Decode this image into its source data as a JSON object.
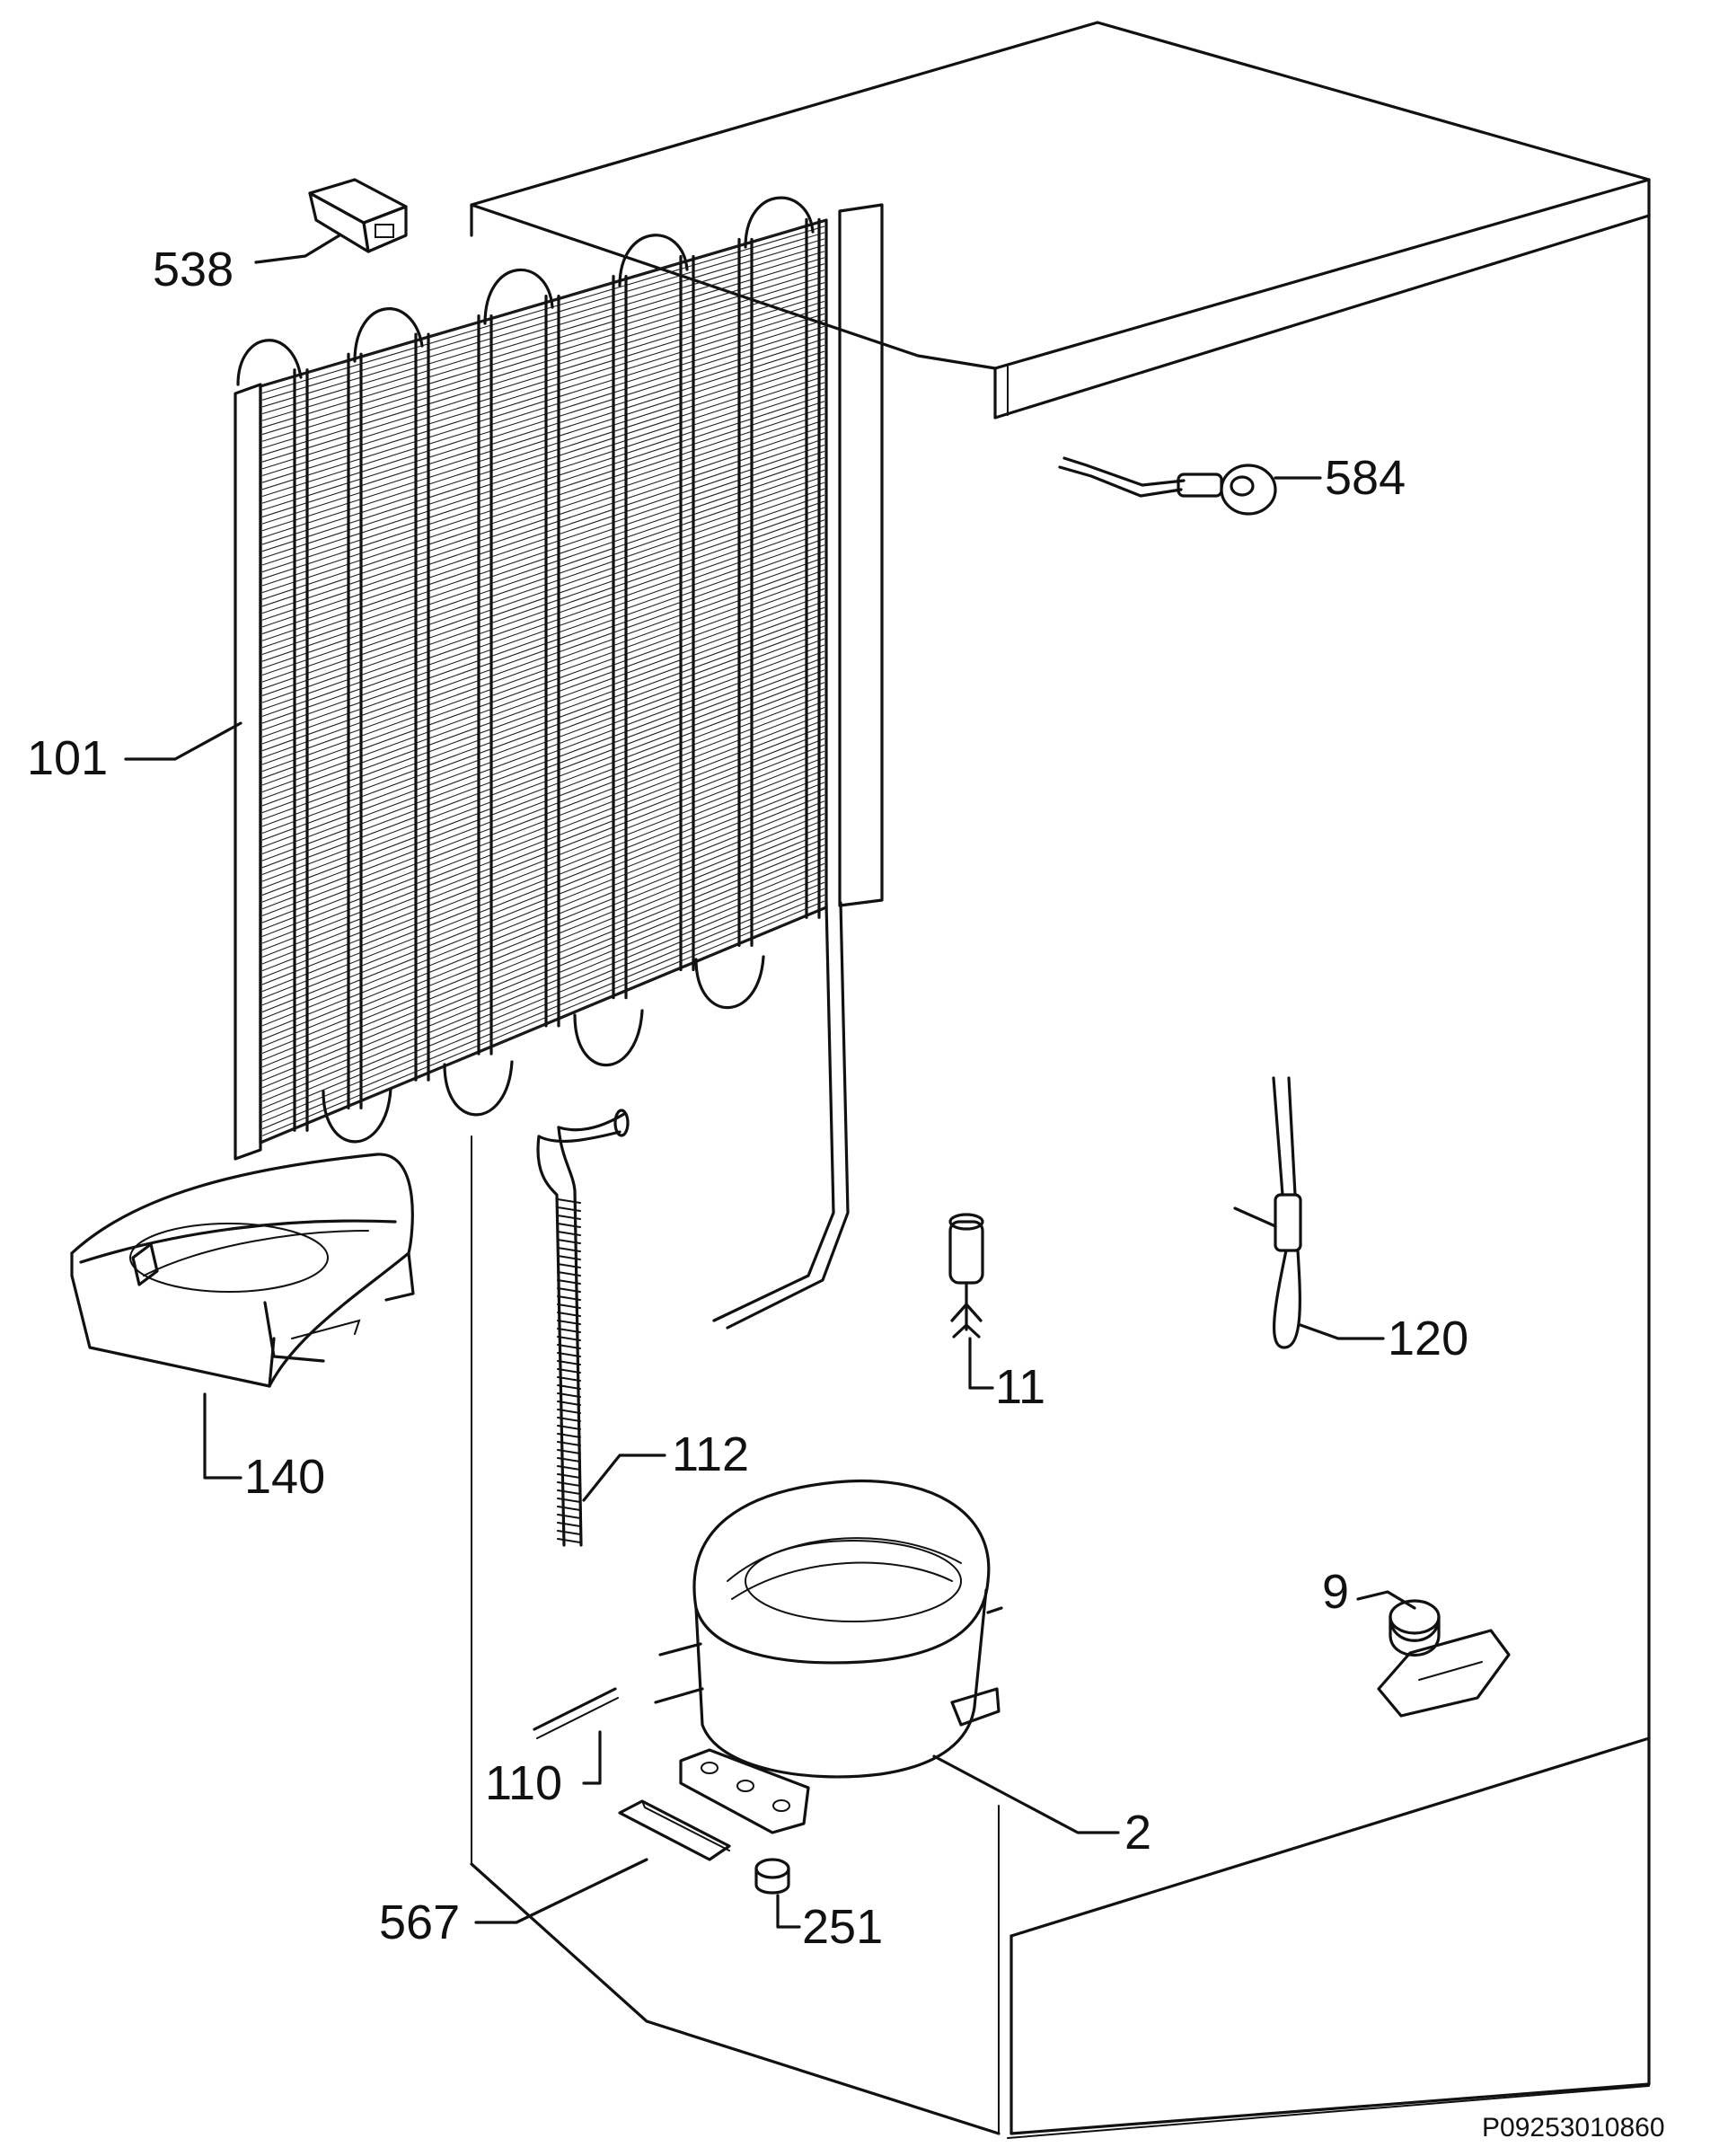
{
  "diagram": {
    "drawing_code": "P09253010860",
    "callouts": [
      {
        "id": "538",
        "label": "538"
      },
      {
        "id": "584",
        "label": "584"
      },
      {
        "id": "101",
        "label": "101"
      },
      {
        "id": "140",
        "label": "140"
      },
      {
        "id": "112",
        "label": "112"
      },
      {
        "id": "11",
        "label": "11"
      },
      {
        "id": "120",
        "label": "120"
      },
      {
        "id": "9",
        "label": "9"
      },
      {
        "id": "110",
        "label": "110"
      },
      {
        "id": "2",
        "label": "2"
      },
      {
        "id": "567",
        "label": "567"
      },
      {
        "id": "251",
        "label": "251"
      }
    ]
  }
}
